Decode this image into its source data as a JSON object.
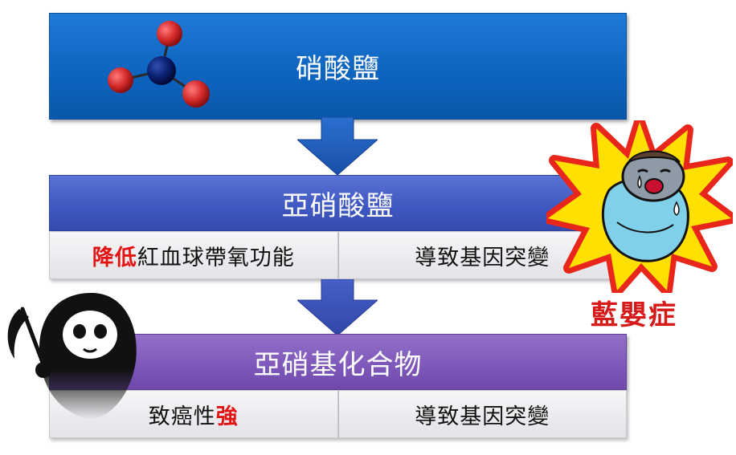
{
  "diagram": {
    "top_box": {
      "label": "硝酸鹽"
    },
    "middle_box": {
      "label": "亞硝酸鹽",
      "cells": [
        {
          "highlight": "降低",
          "text": "紅血球帶氧功能"
        },
        {
          "highlight": "",
          "text": "導致基因突變"
        }
      ]
    },
    "lower_box": {
      "label": "亞硝基化合物",
      "cells": [
        {
          "text": "致癌性",
          "highlight": "強"
        },
        {
          "text": "導致基因突變",
          "highlight": ""
        }
      ]
    },
    "side_label": "藍嬰症"
  },
  "colors": {
    "top_box": "#0d63be",
    "middle_box": "#3e57c0",
    "lower_box": "#7d57b9",
    "highlight": "#e41313",
    "side_label": "#d61a1a",
    "burst_outer": "#e8261c",
    "burst_inner": "#ffe000"
  },
  "icons": [
    "molecule-icon",
    "arrow-down-icon",
    "grim-reaper-icon",
    "crying-baby-icon",
    "burst-icon"
  ]
}
